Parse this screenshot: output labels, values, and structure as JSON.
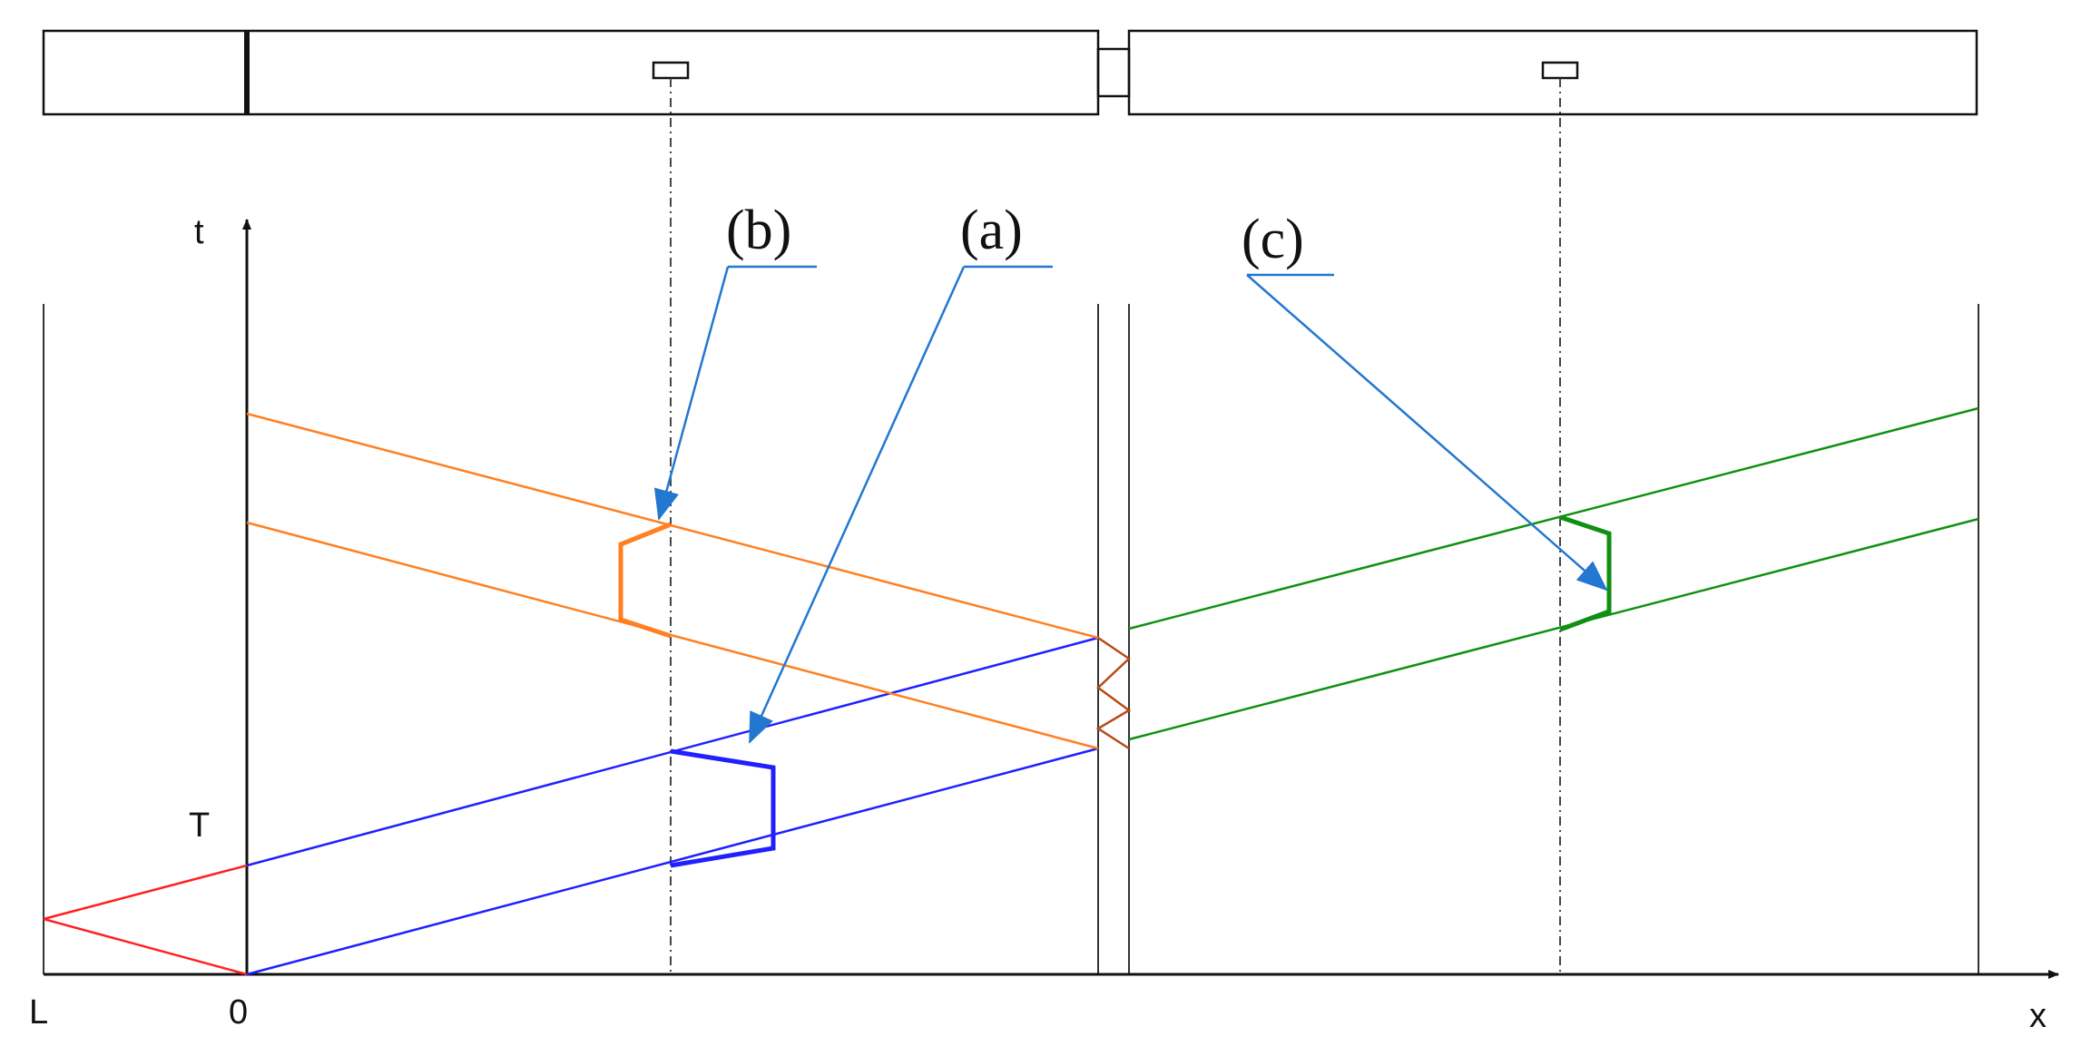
{
  "axes": {
    "x_label": "x",
    "t_label": "t",
    "left_end_label": "L",
    "origin_label": "0",
    "time_mark_label": "T"
  },
  "callouts": {
    "a": "(a)",
    "b": "(b)",
    "c": "(c)"
  },
  "colors": {
    "incident_wave": "#ff2020",
    "transmitted_bar1": "#2020ff",
    "reflected_bar1": "#ff8020",
    "interface_ringing": "#b84a1a",
    "transmitted_bar2": "#109010",
    "callout_arrow": "#2277d0",
    "outline": "#111111"
  }
}
